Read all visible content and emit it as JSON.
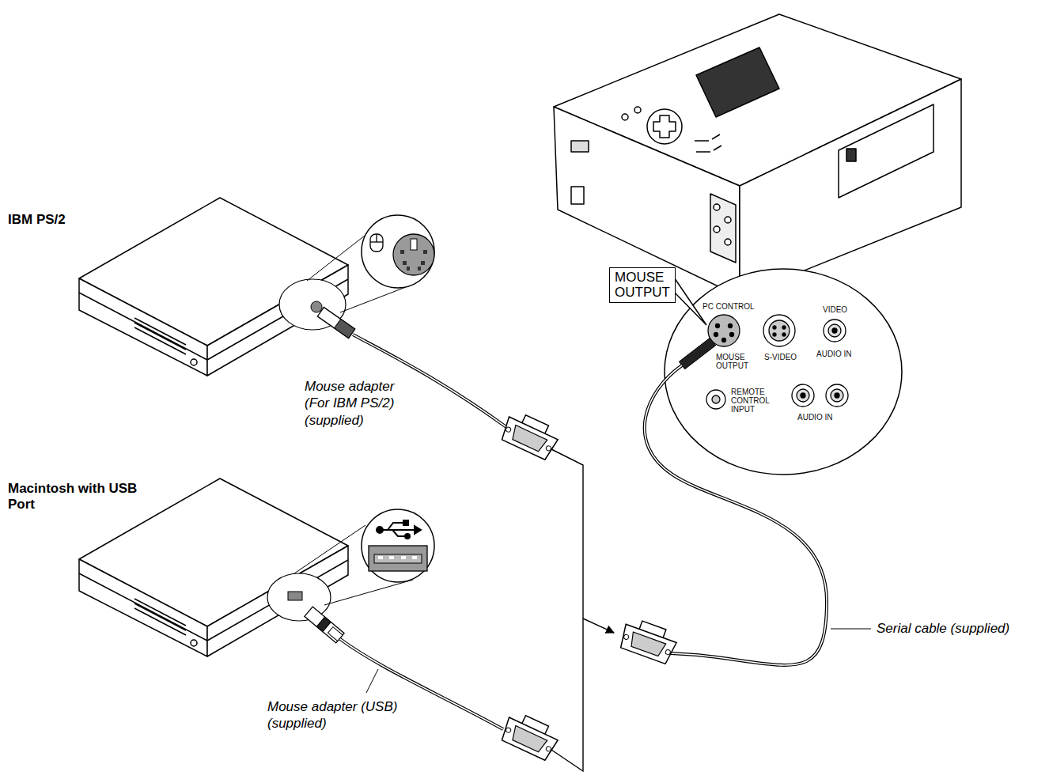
{
  "diagram": {
    "nodes": [
      {
        "text": [
          "MOUSE OUTPUT"
        ]
      }
    ],
    "labels": [
      "IBM PS/2",
      "Mouse adapter (For IBM PS/2) (supplied)",
      "Macintosh with USB Port",
      "Mouse adapter (USB) (supplied)",
      "Serial cable (supplied)",
      "PC CONTROL",
      "VIDEO",
      "MOUSE OUTPUT",
      "S-VIDEO",
      "AUDIO IN",
      "REMOTE CONTROL INPUT",
      "AUDIO IN"
    ]
  }
}
